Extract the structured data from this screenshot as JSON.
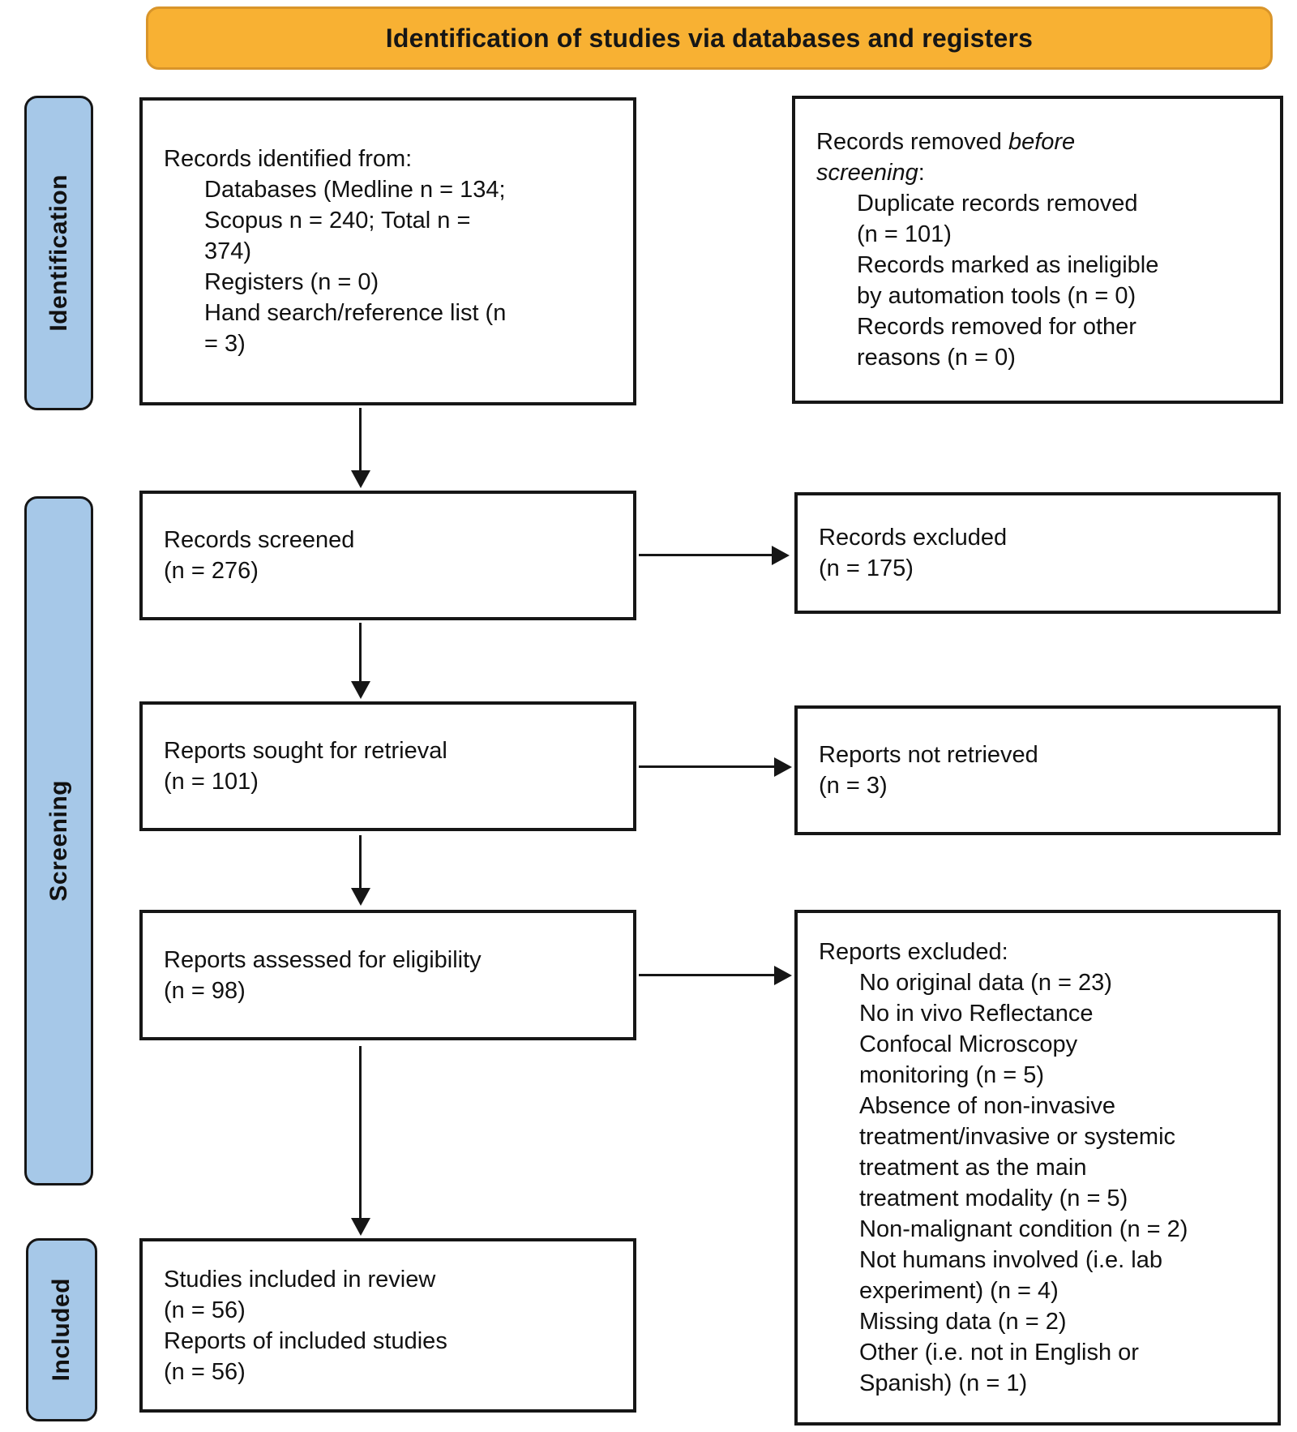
{
  "banner": {
    "label": "Identification of studies via databases and registers",
    "bg_color": "#F8B133",
    "border_color": "#D9952A"
  },
  "colors": {
    "stage_bg": "#A6C8E8",
    "box_border": "#161616",
    "text": "#111111"
  },
  "stage_labels": [
    {
      "id": "identification",
      "label": "Identification"
    },
    {
      "id": "screening",
      "label": "Screening"
    },
    {
      "id": "included",
      "label": "Included"
    }
  ],
  "flow": {
    "identified": {
      "heading": "Records identified from:",
      "items": [
        "Databases (Medline n = 134;\nScopus n = 240; Total n =\n374)",
        "Registers (n = 0)",
        "Hand search/reference list (n\n= 3)"
      ]
    },
    "screened": {
      "text": "Records screened\n(n = 276)"
    },
    "sought": {
      "text": "Reports sought for retrieval\n(n = 101)"
    },
    "assessed": {
      "text": "Reports assessed for eligibility\n(n = 98)"
    },
    "included": {
      "text": "Studies included in review\n(n = 56)\nReports of included studies\n(n = 56)"
    }
  },
  "exclusions": {
    "removed_before_screening": {
      "heading_rich": [
        {
          "t": "Records removed ",
          "i": false
        },
        {
          "t": "before\nscreening",
          "i": true
        },
        {
          "t": ":",
          "i": false
        }
      ],
      "items": [
        "Duplicate records removed\n(n = 101)",
        "Records marked as ineligible\nby automation tools (n = 0)",
        "Records removed for other\nreasons (n = 0)"
      ]
    },
    "records_excluded": {
      "text": "Records excluded\n(n = 175)"
    },
    "reports_not_retrieved": {
      "text": "Reports not retrieved\n(n = 3)"
    },
    "reports_excluded": {
      "heading": "Reports excluded:",
      "items": [
        "No original data (n = 23)",
        "No in vivo Reflectance\nConfocal Microscopy\nmonitoring (n = 5)",
        "Absence of non-invasive\ntreatment/invasive or systemic\ntreatment as the main\ntreatment modality (n = 5)",
        "Non-malignant condition (n = 2)",
        "Not humans involved (i.e. lab\nexperiment) (n = 4)",
        "Missing data (n = 2)",
        "Other (i.e. not in English or\nSpanish) (n = 1)"
      ]
    }
  }
}
